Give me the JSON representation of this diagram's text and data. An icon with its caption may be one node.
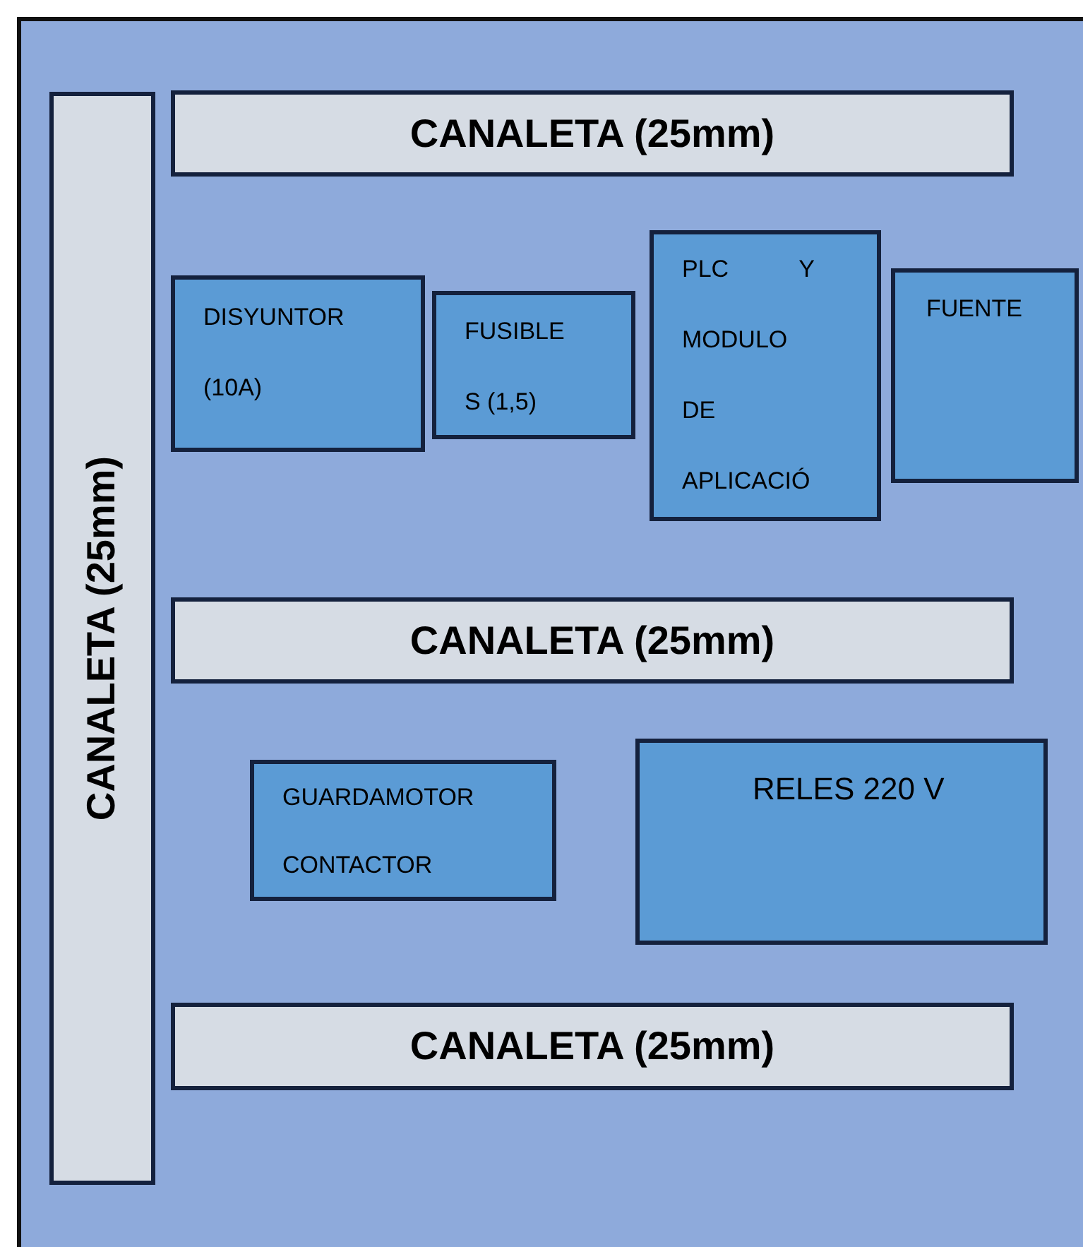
{
  "diagram": {
    "nodes": [
      {
        "text": [],
        "shape": "box"
      },
      {
        "text": [
          "CANALETA (25mm)"
        ],
        "in": 0
      },
      {
        "text": [
          "CANALETA (25mm)"
        ],
        "in": 0
      },
      {
        "text": [
          "DISYUNTOR (10A)"
        ],
        "in": 0
      },
      {
        "text": [
          "FUSIBLE S (1,5)"
        ],
        "in": 0
      },
      {
        "text": [
          "PLC Y MODULO DE APLICACIÓ"
        ],
        "in": 0
      },
      {
        "text": [
          "FUENTE"
        ],
        "in": 0
      },
      {
        "text": [
          "CANALETA (25mm)"
        ],
        "in": 0
      },
      {
        "text": [
          "GUARDAMOTOR CONTACTOR"
        ],
        "in": 0
      },
      {
        "text": [
          "RELES 220 V"
        ],
        "in": 0
      },
      {
        "text": [
          "CANALETA (25mm)"
        ],
        "in": 0
      }
    ]
  }
}
